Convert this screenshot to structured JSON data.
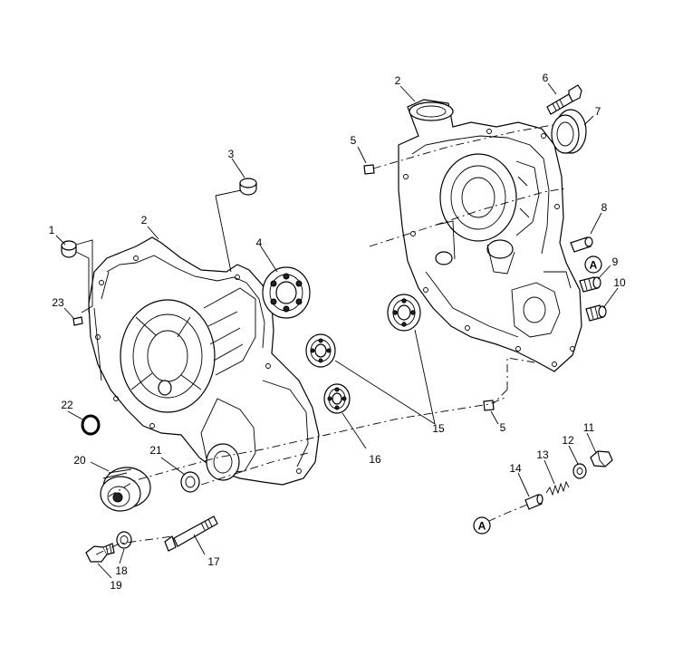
{
  "callouts": {
    "c1": "1",
    "c2_left": "2",
    "c2_right": "2",
    "c3": "3",
    "c4": "4",
    "c5_top": "5",
    "c5_bottom": "5",
    "c6": "6",
    "c7": "7",
    "c8": "8",
    "c9": "9",
    "c10": "10",
    "c11": "11",
    "c12": "12",
    "c13": "13",
    "c14": "14",
    "c15": "15",
    "c16": "16",
    "c17": "17",
    "c18": "18",
    "c19": "19",
    "c20": "20",
    "c21": "21",
    "c22": "22",
    "c23": "23"
  },
  "reference_marks": {
    "a_upper": "A",
    "a_lower": "A"
  }
}
